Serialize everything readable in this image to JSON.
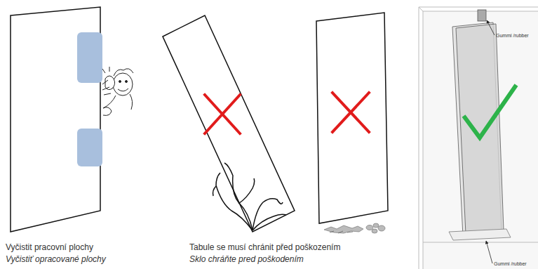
{
  "diagram": {
    "labels": [
      "Vyčistit pracovní plochy",
      "Vyčistiť opracované plochy",
      "Tabule se musí chránit před poškozením",
      "Sklo chráňte pred poškodením",
      "Gummi /rubber",
      "Gummi /rubber"
    ]
  }
}
